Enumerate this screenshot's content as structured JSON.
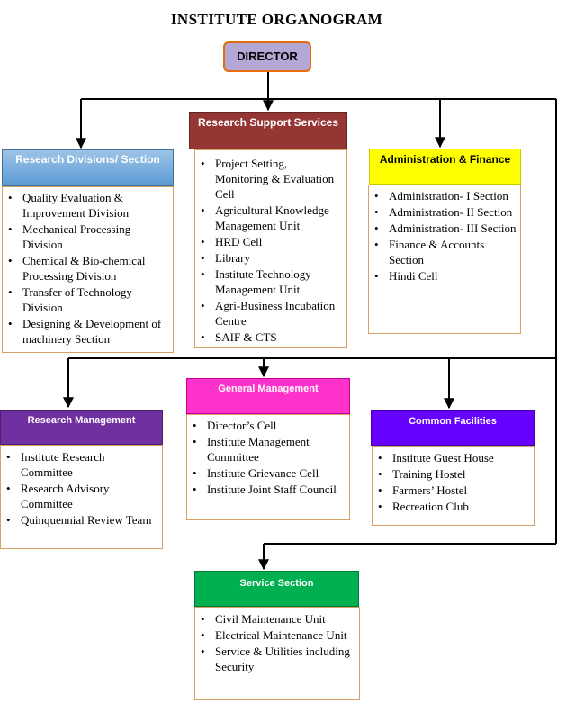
{
  "title": "INSTITUTE ORGANOGRAM",
  "director": "DIRECTOR",
  "sections": {
    "research_divisions": {
      "header": "Research Divisions/ Section",
      "items": [
        "Quality Evaluation & Improvement Division",
        "Mechanical Processing Division",
        "Chemical & Bio-chemical Processing Division",
        "Transfer of Technology Division",
        "Designing & Development of machinery Section"
      ]
    },
    "research_support": {
      "header": "Research Support Services",
      "items": [
        "Project Setting, Monitoring & Evaluation Cell",
        "Agricultural Knowledge Management Unit",
        "HRD Cell",
        "Library",
        "Institute Technology Management Unit",
        "Agri-Business Incubation Centre",
        "SAIF & CTS"
      ]
    },
    "admin_finance": {
      "header": "Administration & Finance",
      "items": [
        "Administration- I Section",
        "Administration- II Section",
        "Administration- III Section",
        "Finance & Accounts Section",
        "Hindi Cell"
      ]
    },
    "research_management": {
      "header": "Research Management",
      "items": [
        "Institute Research Committee",
        "Research Advisory Committee",
        "Quinquennial Review Team"
      ]
    },
    "general_management": {
      "header": "General Management",
      "items": [
        "Director’s Cell",
        "Institute Management Committee",
        "Institute Grievance Cell",
        "Institute Joint Staff Council"
      ]
    },
    "common_facilities": {
      "header": "Common Facilities",
      "items": [
        "Institute Guest House",
        "Training Hostel",
        "Farmers’ Hostel",
        "Recreation Club"
      ]
    },
    "service_section": {
      "header": "Service Section",
      "items": [
        "Civil Maintenance Unit",
        "Electrical Maintenance Unit",
        "Service & Utilities including Security"
      ]
    }
  },
  "colors": {
    "director": "#b4a7d6",
    "research_divisions": "#6fa8dc",
    "research_support": "#963634",
    "admin_finance": "#ffff00",
    "research_management": "#7030a0",
    "general_management": "#ff33cc",
    "common_facilities": "#6600ff",
    "service_section": "#00b050"
  }
}
